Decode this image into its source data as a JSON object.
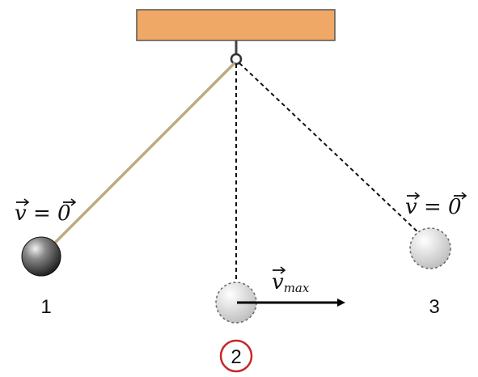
{
  "positions": [
    {
      "number": "1",
      "velocity_label": "v = 0",
      "velocity_zero": true
    },
    {
      "number": "2",
      "velocity_label": "v",
      "velocity_subscript": "max",
      "circled": true
    },
    {
      "number": "3",
      "velocity_label": "v = 0",
      "velocity_zero": true
    }
  ],
  "colors": {
    "support": "#f0a866",
    "support_border": "#555555",
    "string": "#c0aa7e",
    "dashed_line": "#111111",
    "ball_dark": "#2a2a2a",
    "ball_ghost": "#cfcfcf",
    "circle_marker": "#c62828",
    "arrow": "#000000"
  }
}
